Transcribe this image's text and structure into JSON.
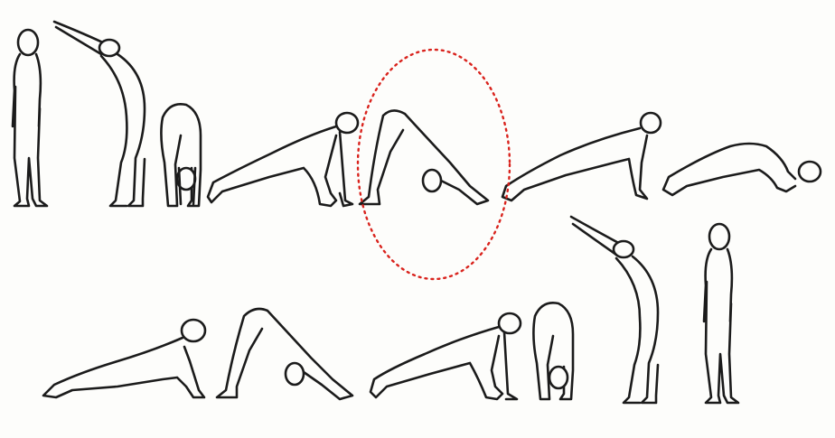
{
  "figures": [
    {
      "pose": "standing-mountain",
      "row": 1,
      "step": 1
    },
    {
      "pose": "raised-arms-backbend",
      "row": 1,
      "step": 2
    },
    {
      "pose": "standing-forward-bend",
      "row": 1,
      "step": 3
    },
    {
      "pose": "low-lunge",
      "row": 1,
      "step": 4
    },
    {
      "pose": "downward-dog",
      "row": 1,
      "step": 5,
      "highlighted": true
    },
    {
      "pose": "plank",
      "row": 1,
      "step": 6
    },
    {
      "pose": "knees-chest-chin",
      "row": 1,
      "step": 7
    },
    {
      "pose": "cobra",
      "row": 2,
      "step": 8
    },
    {
      "pose": "downward-dog",
      "row": 2,
      "step": 9
    },
    {
      "pose": "low-lunge",
      "row": 2,
      "step": 10
    },
    {
      "pose": "standing-forward-bend",
      "row": 2,
      "step": 11
    },
    {
      "pose": "raised-arms-backbend",
      "row": 2,
      "step": 12
    },
    {
      "pose": "standing-mountain",
      "row": 2,
      "step": 13
    }
  ],
  "highlight": {
    "shape": "dotted-ellipse",
    "color": "#d9231d",
    "target_step": 5
  },
  "colors": {
    "ink": "#1b1b1b",
    "background": "#fdfdfb"
  }
}
